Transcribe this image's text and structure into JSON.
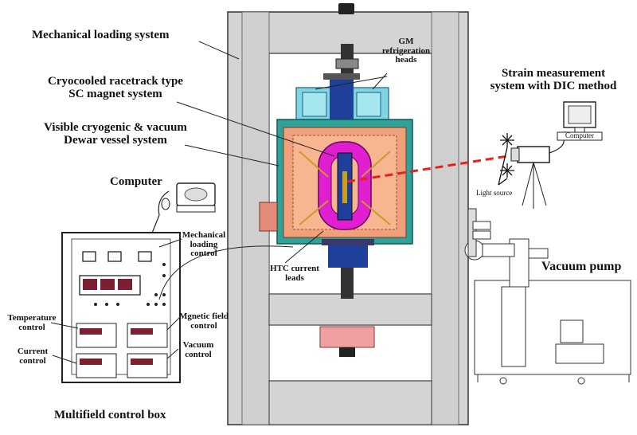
{
  "labels": {
    "mechanical_loading_system": "Mechanical loading system",
    "gm_heads": [
      "GM",
      "refrigeration",
      "heads"
    ],
    "sc_magnet": [
      "Cryocooled racetrack type",
      "SC magnet system"
    ],
    "dewar": [
      "Visible cryogenic & vacuum",
      "Dewar vessel system"
    ],
    "strain": [
      "Strain measurement",
      "system with DIC method"
    ],
    "computer_right": "Computer",
    "light_source": "Light source",
    "computer_left": "Computer",
    "mech_loading_control": [
      "Mechanical",
      "loading",
      "control"
    ],
    "htc_leads": [
      "HTC current",
      "leads"
    ],
    "vacuum_pump": "Vacuum pump",
    "temperature_control": [
      "Temperature",
      "control"
    ],
    "magnetic_field_control": [
      "Mgnetic field",
      "control"
    ],
    "current_control": [
      "Current",
      "control"
    ],
    "vacuum_control": [
      "Vacuum",
      "control"
    ],
    "multifield_box": "Multifield control box"
  },
  "colors": {
    "frame_fill": "#d4d4d4",
    "dewar_fill": "#2fa39a",
    "vessel_fill": "#f0a07a",
    "magnet_fill": "#e020d0",
    "heads_fill": "#7fd6e0",
    "laser": "#e8201c",
    "bottom_block": "#f0a0a0"
  }
}
